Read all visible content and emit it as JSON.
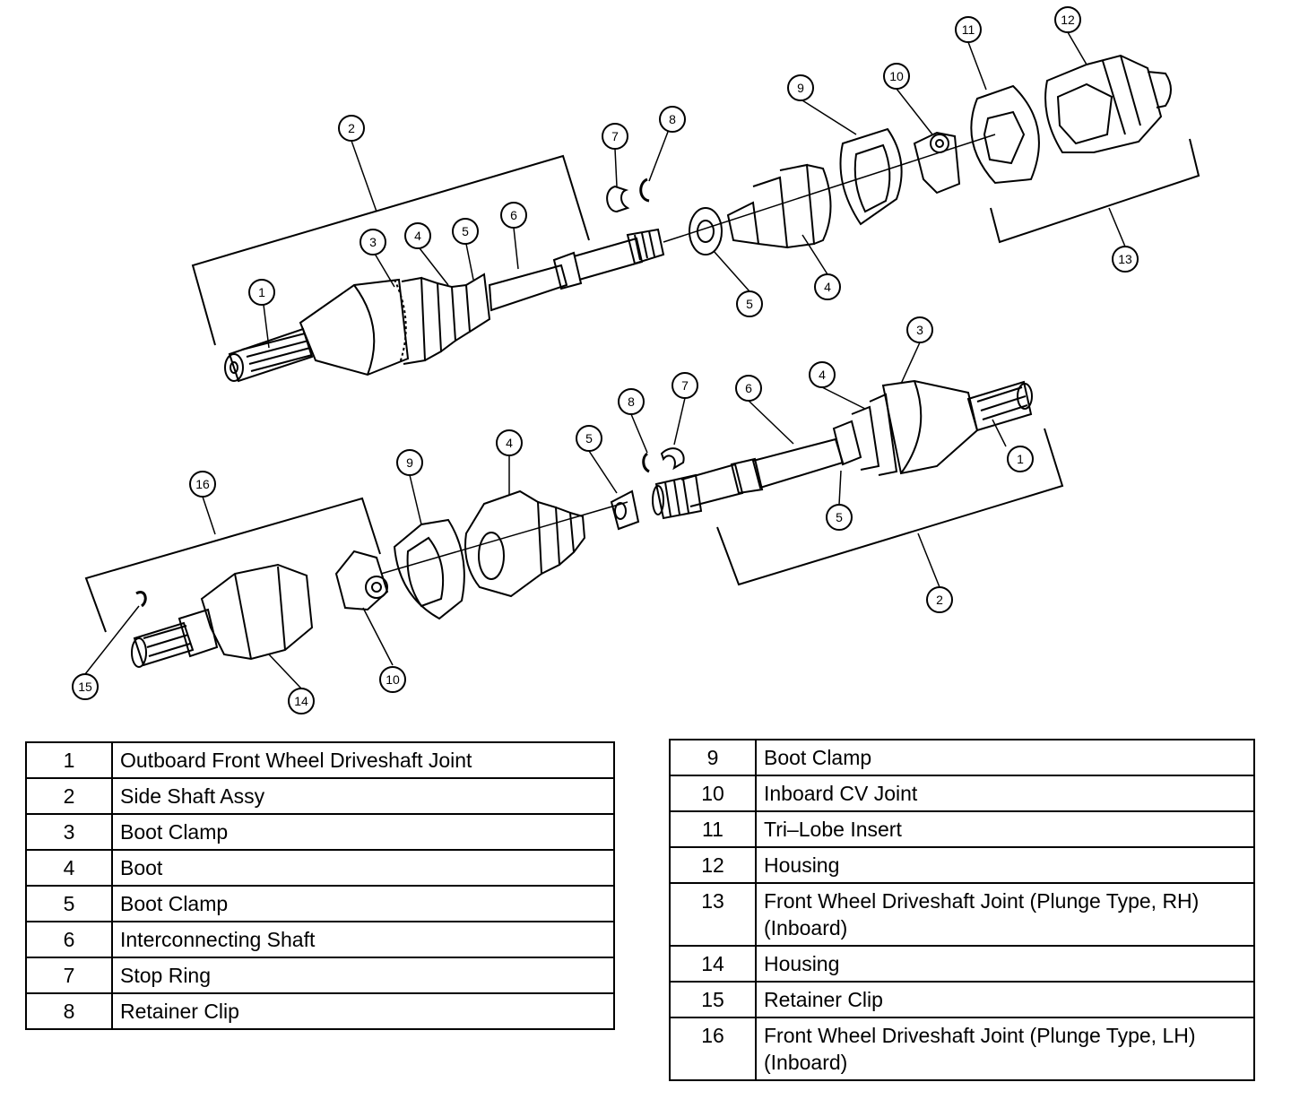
{
  "callouts": [
    "1",
    "2",
    "3",
    "4",
    "5",
    "6",
    "7",
    "8",
    "9",
    "10",
    "11",
    "12",
    "13",
    "14",
    "15",
    "16"
  ],
  "legend_left": [
    {
      "num": "1",
      "desc": "Outboard Front Wheel Driveshaft Joint"
    },
    {
      "num": "2",
      "desc": "Side Shaft Assy"
    },
    {
      "num": "3",
      "desc": "Boot Clamp"
    },
    {
      "num": "4",
      "desc": "Boot"
    },
    {
      "num": "5",
      "desc": "Boot Clamp"
    },
    {
      "num": "6",
      "desc": "Interconnecting Shaft"
    },
    {
      "num": "7",
      "desc": "Stop Ring"
    },
    {
      "num": "8",
      "desc": "Retainer Clip"
    }
  ],
  "legend_right": [
    {
      "num": "9",
      "desc": "Boot Clamp"
    },
    {
      "num": "10",
      "desc": "Inboard CV Joint"
    },
    {
      "num": "11",
      "desc": "Tri–Lobe Insert"
    },
    {
      "num": "12",
      "desc": "Housing"
    },
    {
      "num": "13",
      "desc": "Front Wheel Driveshaft Joint (Plunge Type, RH) (Inboard)"
    },
    {
      "num": "14",
      "desc": "Housing"
    },
    {
      "num": "15",
      "desc": "Retainer Clip"
    },
    {
      "num": "16",
      "desc": "Front Wheel Driveshaft Joint (Plunge Type, LH) (Inboard)"
    }
  ]
}
